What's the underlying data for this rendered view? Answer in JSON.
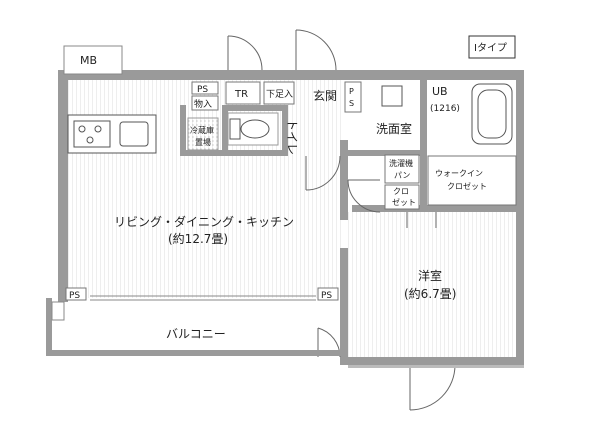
{
  "plan": {
    "type_label": "Iタイプ",
    "mb": "MB",
    "ps": "PS",
    "inbox": "物入",
    "tr": "TR",
    "shoe_cabinet": "下足入",
    "entrance": "玄関",
    "ps_vertical": "P S",
    "ub": "UB",
    "ub_size": "(1216)",
    "washroom": "洗面室",
    "toilet": "トイレ",
    "fridge": "冷蔵庫 置場",
    "washer": "洗濯機 パン",
    "closet_short": "クロ ゼット",
    "walkin": "ウォークイン クロゼット",
    "living_name": "リビング・ダイニング・キッチン",
    "living_size": "(約12.7畳)",
    "western_name": "洋室",
    "western_size": "(約6.7畳)",
    "balcony": "バルコニー"
  },
  "colors": {
    "wall": "#9a9a9a",
    "floor_line": "#d8d8d8",
    "fixture": "#555555"
  }
}
